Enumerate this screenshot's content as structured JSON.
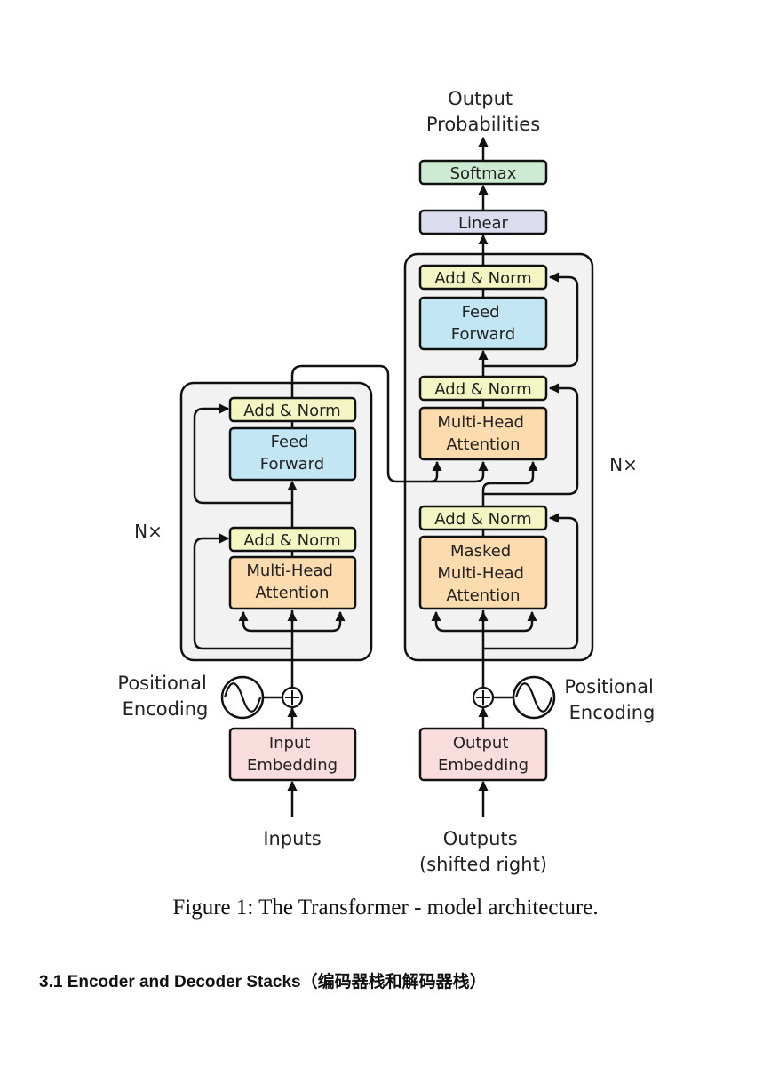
{
  "figure": {
    "output_label": [
      "Output",
      "Probabilities"
    ],
    "softmax": "Softmax",
    "linear": "Linear",
    "encoder": {
      "add_norm_top": "Add & Norm",
      "feed_forward": [
        "Feed",
        "Forward"
      ],
      "add_norm_bottom": "Add & Norm",
      "attention": [
        "Multi-Head",
        "Attention"
      ],
      "repeat": "N×",
      "positional_encoding": [
        "Positional",
        "Encoding"
      ],
      "embedding": [
        "Input",
        "Embedding"
      ],
      "input_label": [
        "Inputs"
      ]
    },
    "decoder": {
      "add_norm_top": "Add & Norm",
      "feed_forward": [
        "Feed",
        "Forward"
      ],
      "add_norm_middle": "Add & Norm",
      "attention": [
        "Multi-Head",
        "Attention"
      ],
      "add_norm_bottom": "Add & Norm",
      "masked_attention": [
        "Masked",
        "Multi-Head",
        "Attention"
      ],
      "repeat": "N×",
      "positional_encoding": [
        "Positional",
        "Encoding"
      ],
      "embedding": [
        "Output",
        "Embedding"
      ],
      "input_label": [
        "Outputs",
        "(shifted right)"
      ]
    },
    "colors": {
      "add_norm": "#f3f6c2",
      "feed_forward": "#c3e6f5",
      "attention": "#fcdcae",
      "embedding": "#f9dcdc",
      "softmax": "#cdebd3",
      "linear": "#dcdcef",
      "stack_bg": "#f2f2f2",
      "stroke": "#111111"
    }
  },
  "caption": "Figure 1: The Transformer - model architecture.",
  "section_heading": "3.1 Encoder and Decoder Stacks（编码器栈和解码器栈）"
}
